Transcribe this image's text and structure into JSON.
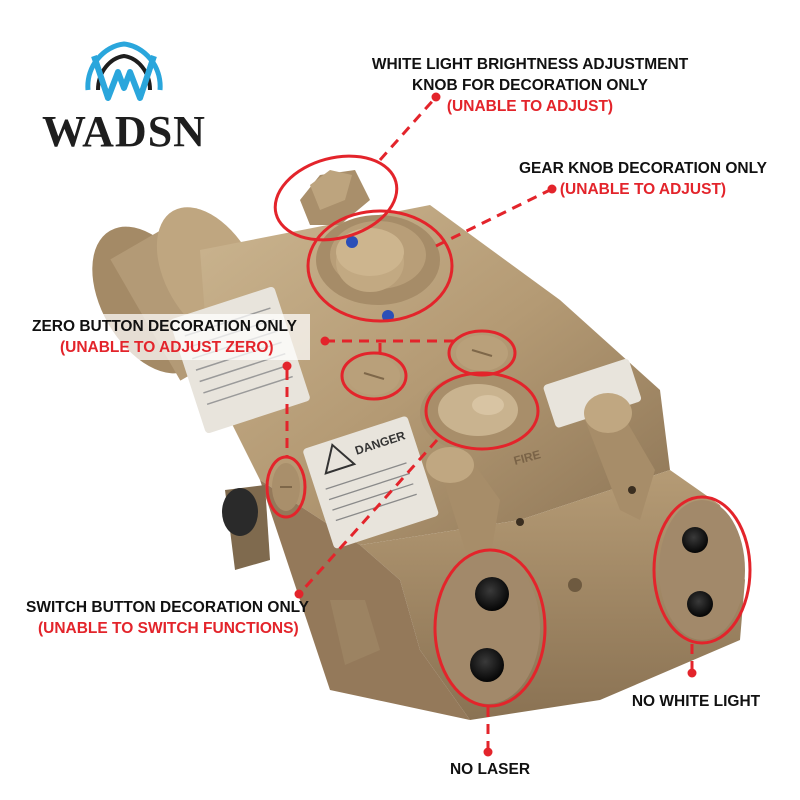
{
  "brand": {
    "logo_text": "WADSN",
    "colors": {
      "logo_blue": "#2aa6dc",
      "logo_dark": "#1e1e1e"
    }
  },
  "callouts": {
    "white_light_knob": {
      "line1": "WHITE LIGHT BRIGHTNESS ADJUSTMENT",
      "line2": "KNOB FOR DECORATION ONLY",
      "note": "(UNABLE TO ADJUST)"
    },
    "gear_knob": {
      "line1": "GEAR KNOB DECORATION ONLY",
      "note": "(UNABLE TO ADJUST)"
    },
    "zero_button": {
      "line1": "ZERO BUTTON DECORATION ONLY",
      "note": "(UNABLE TO ADJUST ZERO)"
    },
    "switch_button": {
      "line1": "SWITCH BUTTON DECORATION ONLY",
      "note": "(UNABLE TO SWITCH FUNCTIONS)"
    },
    "no_white_light": {
      "line1": "NO WHITE LIGHT"
    },
    "no_laser": {
      "line1": "NO LASER"
    }
  },
  "device_markings": {
    "danger": "DANGER",
    "fire": "FIRE"
  },
  "colors": {
    "annotation_red": "#e3242b",
    "device_tan": "#b49a74",
    "device_shadow": "#8c7455",
    "device_highlight": "#cbb590"
  }
}
